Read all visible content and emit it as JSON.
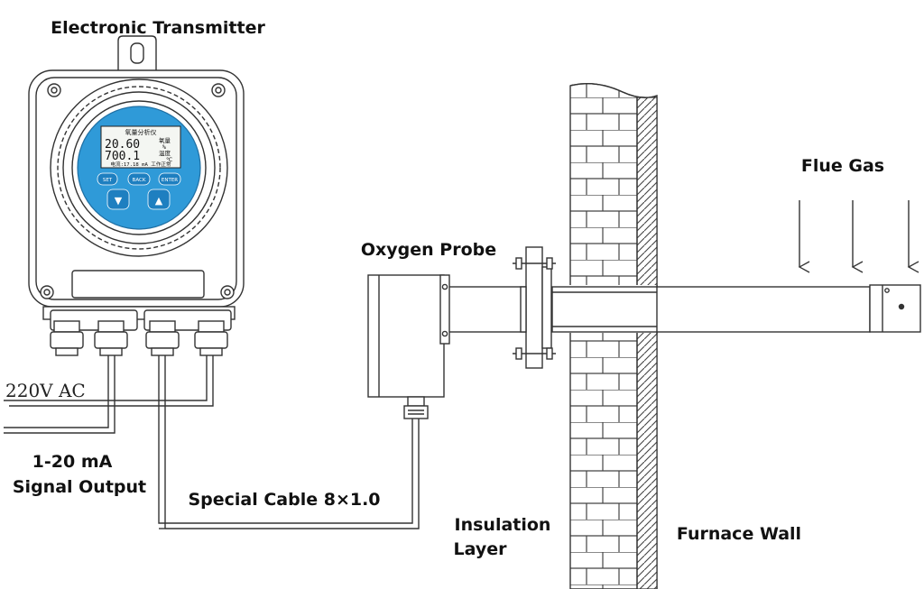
{
  "labels": {
    "transmitter": "Electronic Transmitter",
    "flue_gas": "Flue Gas",
    "oxygen_probe": "Oxygen Probe",
    "power": "220V AC",
    "signal_line1": "1-20 mA",
    "signal_line2": "Signal Output",
    "cable": "Special Cable 8×1.0",
    "insulation_line1": "Insulation",
    "insulation_line2": "Layer",
    "furnace_wall": "Furnace Wall"
  },
  "display": {
    "title": "氧量分析仪",
    "oxygen_value": "20.60",
    "oxygen_label": "氧量",
    "oxygen_unit": "%",
    "temp_value": "700.1",
    "temp_label": "温度",
    "temp_unit": "℃",
    "status": "电流:17.18 mA  工作正常"
  },
  "buttons": {
    "set": "SET",
    "back": "BACK",
    "enter": "ENTER",
    "down": "▼",
    "up": "▲"
  },
  "colors": {
    "display_blue": "#2f9ad8",
    "line": "#333333",
    "brick_fill": "#ffffff",
    "wall_hatch": "#444444"
  }
}
